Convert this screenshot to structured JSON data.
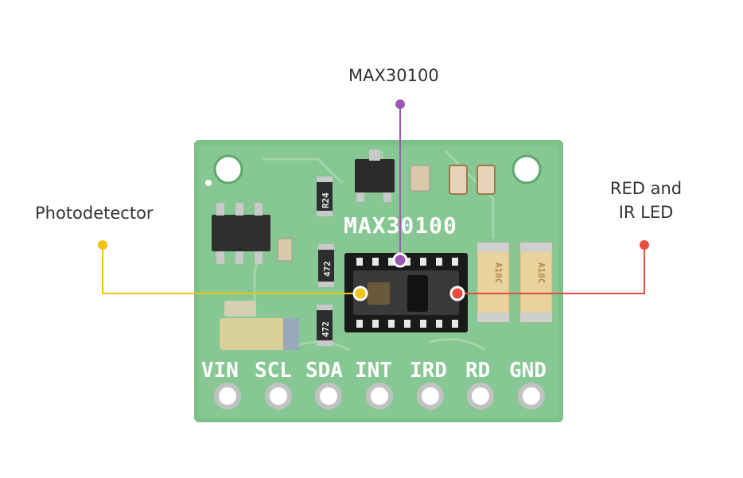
{
  "callouts": {
    "max30100": {
      "label": "MAX30100",
      "color": "#9b59b6"
    },
    "photodetector": {
      "label": "Photodetector",
      "color": "#f1c40f"
    },
    "red_ir_led": {
      "label_line1": "RED and",
      "label_line2": "IR LED",
      "color": "#e74c3c"
    }
  },
  "board": {
    "chip_silkscreen": "MAX30100",
    "pins": [
      "VIN",
      "SCL",
      "SDA",
      "INT",
      "IRD",
      "RD",
      "GND"
    ],
    "resistor_marks": [
      "R24",
      "472",
      "472"
    ],
    "capacitor_marks": [
      "A10C",
      "A10C"
    ],
    "pcb_color": "#7fbf8a",
    "trace_color": "#9fd3a8"
  }
}
